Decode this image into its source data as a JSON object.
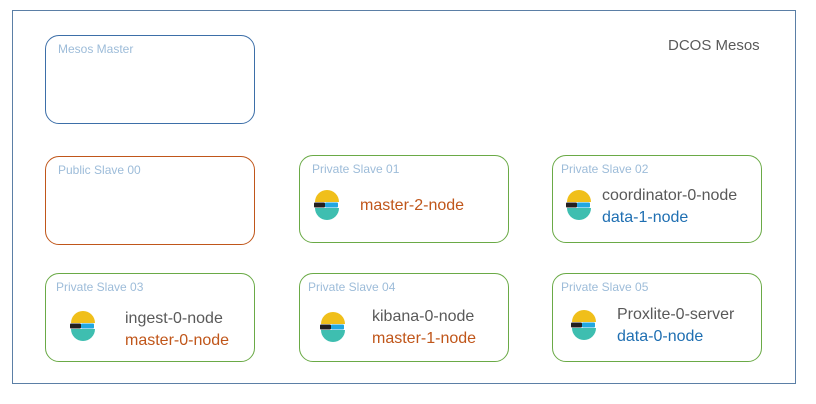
{
  "diagram_title": "DCOS Mesos",
  "boxes": [
    {
      "label": "Mesos Master",
      "nodes": []
    },
    {
      "label": "Public Slave 00",
      "nodes": []
    },
    {
      "label": "Private Slave 01",
      "nodes": [
        {
          "text": "master-2-node"
        }
      ]
    },
    {
      "label": "Private Slave 02",
      "nodes": [
        {
          "text": "coordinator-0-node"
        },
        {
          "text": "data-1-node"
        }
      ]
    },
    {
      "label": "Private Slave 03",
      "nodes": [
        {
          "text": "ingest-0-node"
        },
        {
          "text": "master-0-node"
        }
      ]
    },
    {
      "label": "Private Slave 04",
      "nodes": [
        {
          "text": "kibana-0-node"
        },
        {
          "text": "master-1-node"
        }
      ]
    },
    {
      "label": "Private Slave 05",
      "nodes": [
        {
          "text": "Proxlite-0-server"
        },
        {
          "text": "data-0-node"
        }
      ]
    }
  ],
  "colors": {
    "master_border": "#3d6fa8",
    "public_border": "#c0561a",
    "private_border": "#6aaa46",
    "box_label": "#9dbcd9",
    "text_gray": "#595959",
    "text_orange": "#c0561a",
    "text_blue": "#1f6fb2"
  },
  "icon": "elastic-logo-icon"
}
